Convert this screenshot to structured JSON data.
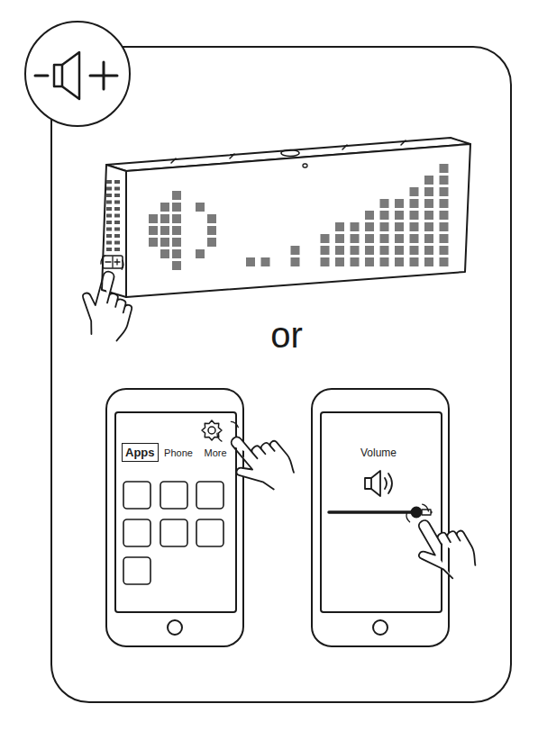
{
  "diagram": {
    "nodes": [
      {
        "text": [
          "Apps"
        ]
      }
    ],
    "labels": [
      "or",
      "Phone",
      "More",
      "Volume"
    ]
  }
}
